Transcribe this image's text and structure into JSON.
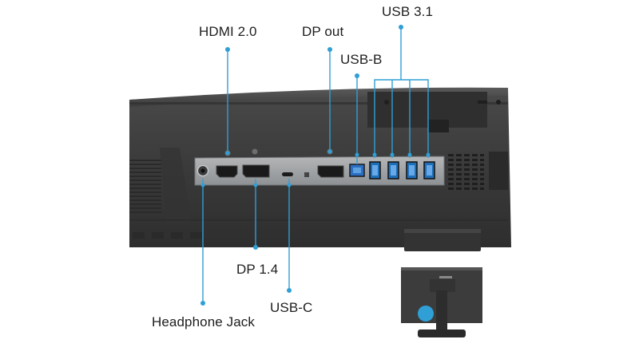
{
  "labels": {
    "hdmi": "HDMI 2.0",
    "dp_out": "DP out",
    "usb31": "USB 3.1",
    "usbb": "USB-B",
    "dp14": "DP 1.4",
    "usbc": "USB-C",
    "headphone": "Headphone Jack"
  },
  "colors": {
    "callout": "#2f9fd6",
    "body": "#3d3d3d",
    "panel": "#9fa2a5",
    "usb_blue": "#1f6fb8"
  }
}
